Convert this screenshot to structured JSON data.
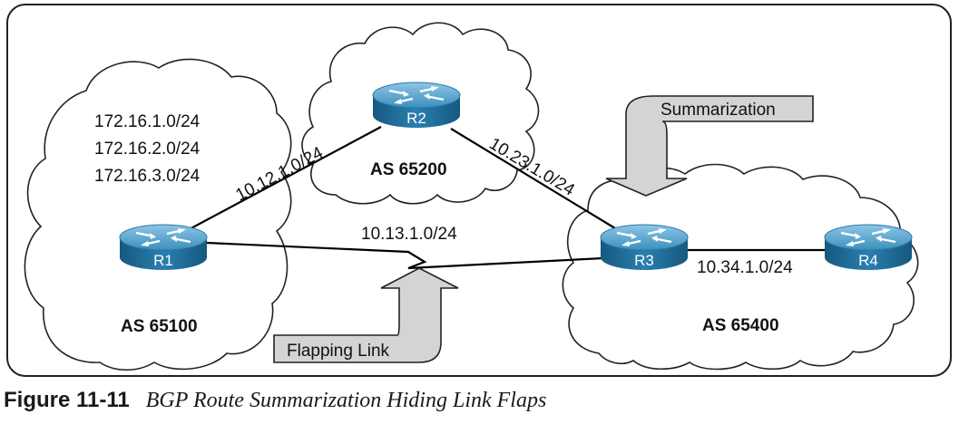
{
  "figure": {
    "number": "Figure 11-11",
    "title": "BGP Route Summarization Hiding Link Flaps"
  },
  "routers": {
    "r1": {
      "name": "R1"
    },
    "r2": {
      "name": "R2"
    },
    "r3": {
      "name": "R3"
    },
    "r4": {
      "name": "R4"
    }
  },
  "autonomous_systems": {
    "as65100": {
      "label": "AS 65100"
    },
    "as65200": {
      "label": "AS 65200"
    },
    "as65400": {
      "label": "AS 65400"
    }
  },
  "prefixes": [
    "172.16.1.0/24",
    "172.16.2.0/24",
    "172.16.3.0/24"
  ],
  "links": {
    "r1_r2": "10.12.1.0/24",
    "r2_r3": "10.23.1.0/24",
    "r1_r3": "10.13.1.0/24",
    "r3_r4": "10.34.1.0/24"
  },
  "callouts": {
    "summarization": "Summarization",
    "flapping": "Flapping Link"
  },
  "colors": {
    "router_top": "#5fa8d0",
    "router_side": "#1f6e9c",
    "callout_fill": "#d4d4d4",
    "line": "#000000"
  }
}
